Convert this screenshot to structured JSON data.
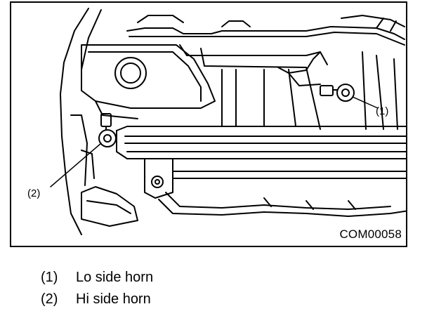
{
  "figure": {
    "callouts": [
      {
        "label": "(1)"
      },
      {
        "label": "(2)"
      }
    ],
    "figure_id": "COM00058"
  },
  "legend": [
    {
      "number": "(1)",
      "text": "Lo side horn"
    },
    {
      "number": "(2)",
      "text": "Hi side horn"
    }
  ]
}
